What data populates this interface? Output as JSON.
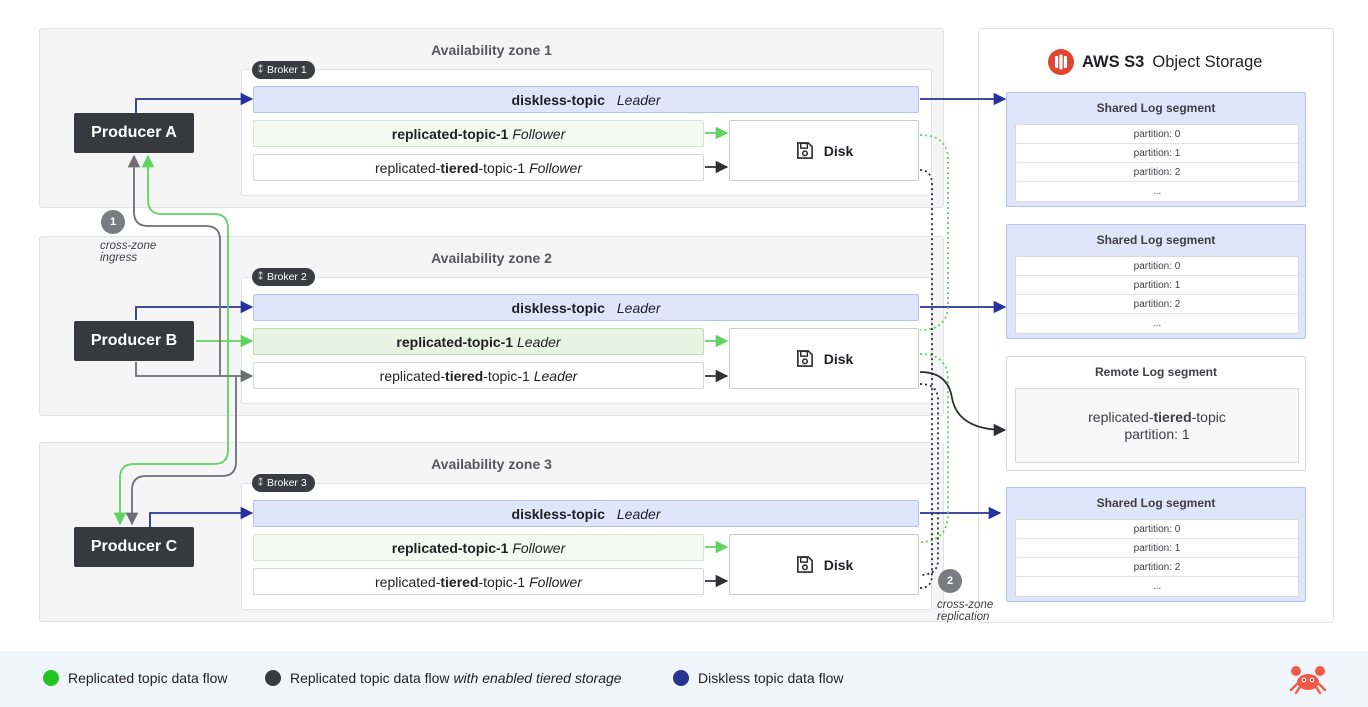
{
  "s3": {
    "title_bold": "AWS S3",
    "title_rest": "Object Storage",
    "logo_icon": "aws-s3-bucket-icon"
  },
  "zones": [
    {
      "title": "Availability zone 1",
      "broker": "Broker 1",
      "producer": "Producer A",
      "diskless": {
        "name": "diskless-topic",
        "role": "Leader"
      },
      "replicated": {
        "name": "replicated-topic-1",
        "role": "Follower"
      },
      "tiered": {
        "prefix": "replicated-",
        "bold": "tiered",
        "suffix": "-topic-1",
        "role": "Follower"
      },
      "disk_label": "Disk"
    },
    {
      "title": "Availability zone 2",
      "broker": "Broker 2",
      "producer": "Producer B",
      "diskless": {
        "name": "diskless-topic",
        "role": "Leader"
      },
      "replicated": {
        "name": "replicated-topic-1",
        "role": "Leader"
      },
      "tiered": {
        "prefix": "replicated-",
        "bold": "tiered",
        "suffix": "-topic-1",
        "role": "Leader"
      },
      "disk_label": "Disk"
    },
    {
      "title": "Availability zone 3",
      "broker": "Broker 3",
      "producer": "Producer C",
      "diskless": {
        "name": "diskless-topic",
        "role": "Leader"
      },
      "replicated": {
        "name": "replicated-topic-1",
        "role": "Follower"
      },
      "tiered": {
        "prefix": "replicated-",
        "bold": "tiered",
        "suffix": "-topic-1",
        "role": "Follower"
      },
      "disk_label": "Disk"
    }
  ],
  "segments": [
    {
      "title": "Shared Log segment",
      "partitions": [
        "partition: 0",
        "partition: 1",
        "partition: 2",
        "..."
      ]
    },
    {
      "title": "Shared Log segment",
      "partitions": [
        "partition: 0",
        "partition: 1",
        "partition: 2",
        "..."
      ]
    },
    {
      "title": "Remote Log segment",
      "line1_prefix": "replicated-",
      "line1_bold": "tiered",
      "line1_suffix": "-topic",
      "line2": "partition: 1"
    },
    {
      "title": "Shared Log segment",
      "partitions": [
        "partition: 0",
        "partition: 1",
        "partition: 2",
        "..."
      ]
    }
  ],
  "badges": [
    {
      "number": "1",
      "label_line1": "cross-zone",
      "label_line2": "ingress"
    },
    {
      "number": "2",
      "label_line1": "cross-zone",
      "label_line2": "replication"
    }
  ],
  "legend": [
    {
      "text": "Replicated topic data flow",
      "italic": "",
      "color": "#22c322"
    },
    {
      "text": "Replicated topic data flow",
      "italic": "with enabled tiered storage",
      "color": "#3a3b40"
    },
    {
      "text": "Diskless topic data flow",
      "italic": "",
      "color": "#26338f"
    }
  ],
  "colors": {
    "diskless_flow": "#26339a",
    "replicated_flow": "#5fd35f",
    "tiered_flow": "#6e6f75",
    "dark_flow": "#2f3035"
  }
}
